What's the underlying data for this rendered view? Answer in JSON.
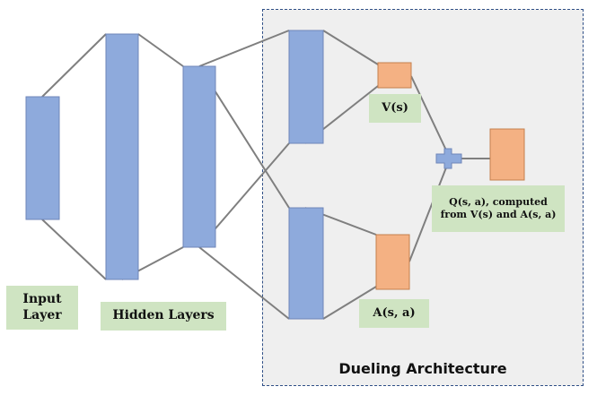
{
  "labels": {
    "input_line1": "Input",
    "input_line2": "Layer",
    "hidden": "Hidden Layers",
    "value": "V(s)",
    "advantage": "A(s, a)",
    "q_line1": "Q(s, a), computed",
    "q_line2": "from V(s) and A(s, a)",
    "dueling": "Dueling Architecture",
    "plus": "+"
  },
  "colors": {
    "layer_fill": "#8eaadc",
    "layer_stroke": "#6f86b8",
    "head_fill": "#f4b183",
    "head_stroke": "#c5804e",
    "connection": "#7f7f7f",
    "label_bg": "#cfe4c2",
    "box_border": "#2f4f86",
    "box_bg": "#efefef",
    "plus_fill": "#8eaadc"
  }
}
